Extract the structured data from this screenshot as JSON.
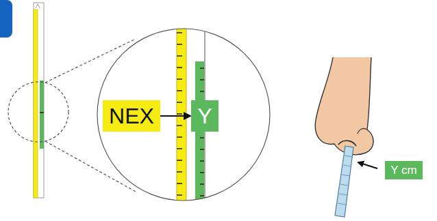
{
  "diagram": {
    "nodes": [
      {
        "text": [
          "NEX"
        ]
      },
      {
        "text": [
          "Y"
        ]
      },
      {
        "text": [
          "Y cm"
        ]
      }
    ],
    "edges": [
      {
        "from": 0,
        "to": 1,
        "arrow": "to"
      }
    ]
  }
}
